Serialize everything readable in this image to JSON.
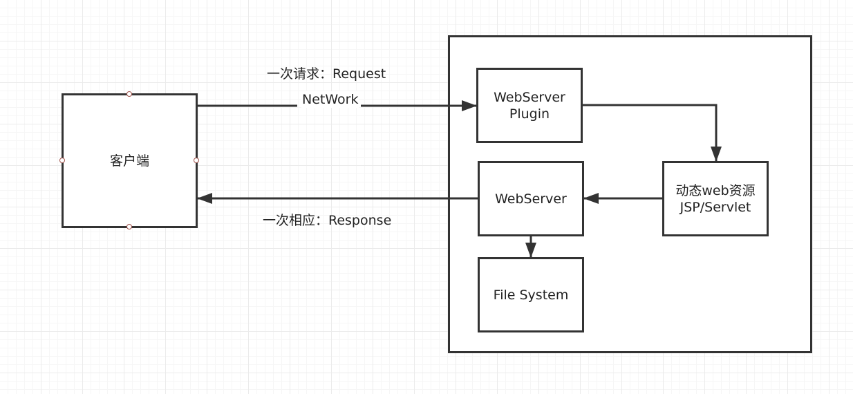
{
  "diagram": {
    "nodes": {
      "client": {
        "label": "客户端"
      },
      "plugin": {
        "line1": "WebServer",
        "line2": "Plugin"
      },
      "dynamic": {
        "line1": "动态web资源",
        "line2": "JSP/Servlet"
      },
      "webserver": {
        "label": "WebServer"
      },
      "filesystem": {
        "label": "File System"
      }
    },
    "edges": {
      "request_label": "一次请求：Request",
      "network_label": "NetWork",
      "response_label": "一次相应：Response"
    },
    "colors": {
      "stroke": "#333333",
      "handle": "#a0524a",
      "grid": "#ebebeb"
    }
  }
}
